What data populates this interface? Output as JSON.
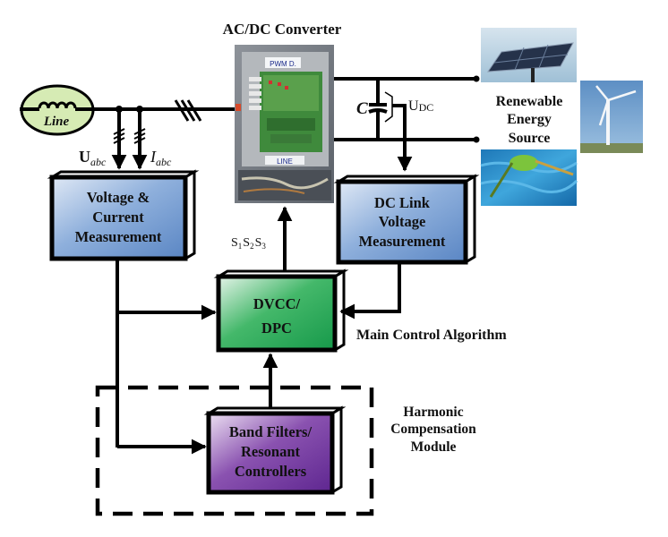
{
  "diagram": {
    "converter": {
      "title": "AC/DC Converter",
      "photo_labels": {
        "top": "PWM D.",
        "bottom": "LINE"
      }
    },
    "line_source": {
      "label": "Line",
      "icon": "inductor-coil-icon"
    },
    "signals": {
      "voltage_main": "U",
      "voltage_sub": "abc",
      "current_main": "I",
      "current_sub": "abc",
      "switching": [
        {
          "main": "S",
          "sub": "1"
        },
        {
          "main": "S",
          "sub": "2"
        },
        {
          "main": "S",
          "sub": "3"
        }
      ],
      "dc_voltage_main": "U",
      "dc_voltage_sub": "DC",
      "capacitor": "C"
    },
    "renewable": {
      "lines": [
        "Renewable",
        "Energy",
        "Source"
      ],
      "images": [
        "solar-panel-icon",
        "wind-turbine-icon",
        "wave-energy-icon"
      ]
    },
    "blocks": {
      "vc_measurement": {
        "lines": [
          "Voltage &",
          "Current",
          "Measurement"
        ],
        "color": "#6f98d2"
      },
      "dc_link": {
        "lines": [
          "DC Link",
          "Voltage",
          "Measurement"
        ],
        "color": "#6f98d2"
      },
      "dvcc": {
        "lines": [
          "DVCC/",
          "DPC"
        ],
        "color": "#22a855"
      },
      "band_filters": {
        "lines": [
          "Band Filters/",
          "Resonant",
          "Controllers"
        ],
        "color": "#6a2e96"
      }
    },
    "annotations": {
      "main_control": "Main Control Algorithm",
      "harmonic": [
        "Harmonic",
        "Compensation",
        "Module"
      ]
    }
  }
}
